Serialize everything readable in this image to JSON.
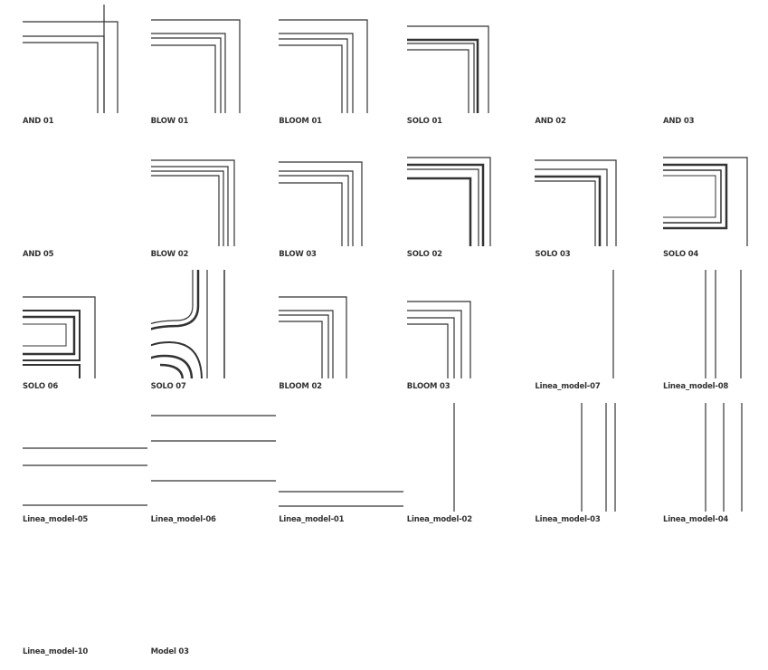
{
  "items": [
    {
      "label": "AND 01"
    },
    {
      "label": "BLOW 01"
    },
    {
      "label": "BLOOM 01"
    },
    {
      "label": "SOLO 01"
    },
    {
      "label": "AND 02"
    },
    {
      "label": "AND 03"
    },
    {
      "label": "AND 05"
    },
    {
      "label": "BLOW 02"
    },
    {
      "label": "BLOW 03"
    },
    {
      "label": "SOLO 02"
    },
    {
      "label": "SOLO 03"
    },
    {
      "label": "SOLO 04"
    },
    {
      "label": "SOLO 06"
    },
    {
      "label": "SOLO 07"
    },
    {
      "label": "BLOOM 02"
    },
    {
      "label": "BLOOM 03"
    },
    {
      "label": "Linea_model-07"
    },
    {
      "label": "Linea_model-08"
    },
    {
      "label": "Linea_model-05"
    },
    {
      "label": "Linea_model-06"
    },
    {
      "label": "Linea_model-01"
    },
    {
      "label": "Linea_model-02"
    },
    {
      "label": "Linea_model-03"
    },
    {
      "label": "Linea_model-04"
    },
    {
      "label": "Linea_model-10"
    },
    {
      "label": "Model 03"
    }
  ]
}
